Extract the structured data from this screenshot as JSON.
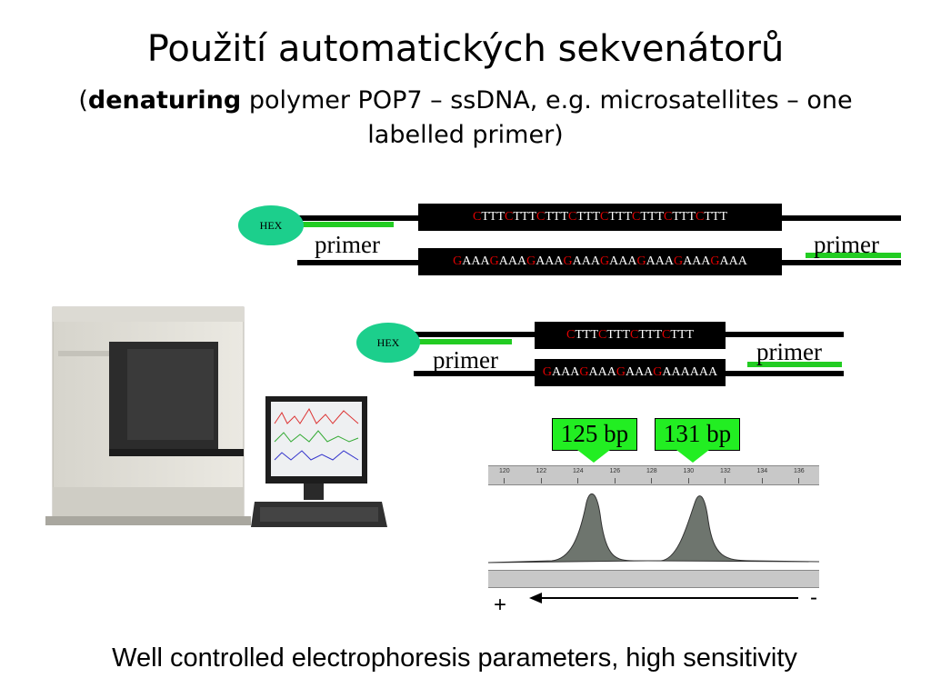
{
  "title": "Použití automatických sekvenátorů",
  "subtitle": {
    "open": "(",
    "bold": "denaturing",
    "rest": " polymer POP7 – ssDNA, e.g. microsatellites – one labelled primer)"
  },
  "top_construct": {
    "hex_label": "HEX",
    "upper_seq": [
      {
        "red": "C",
        "black": "TTT"
      },
      {
        "red": "C",
        "black": "TTT"
      },
      {
        "red": "C",
        "black": "TTT"
      },
      {
        "red": "C",
        "black": "TTT"
      },
      {
        "red": "C",
        "black": "TTT"
      },
      {
        "red": "C",
        "black": "TTT"
      },
      {
        "red": "C",
        "black": "TTT"
      },
      {
        "red": "C",
        "black": "TTT"
      }
    ],
    "lower_seq": [
      {
        "red": "G",
        "black": "AAA"
      },
      {
        "red": "G",
        "black": "AAA"
      },
      {
        "red": "G",
        "black": "AAA"
      },
      {
        "red": "G",
        "black": "AAA"
      },
      {
        "red": "G",
        "black": "AAA"
      },
      {
        "red": "G",
        "black": "AAA"
      },
      {
        "red": "G",
        "black": "AAA"
      },
      {
        "red": "G",
        "black": "AAA"
      }
    ],
    "primer_left": "primer",
    "primer_right": "primer"
  },
  "bottom_construct": {
    "hex_label": "HEX",
    "upper_seq": [
      {
        "red": "C",
        "black": "TTT"
      },
      {
        "red": "C",
        "black": "TTT"
      },
      {
        "red": "C",
        "black": "TTT"
      },
      {
        "red": "C",
        "black": "TTT"
      }
    ],
    "lower_seq": [
      {
        "red": "G",
        "black": "AAA"
      },
      {
        "red": "G",
        "black": "AAA"
      },
      {
        "red": "G",
        "black": "AAA"
      },
      {
        "red": "G",
        "black": "AAA"
      },
      {
        "red": "",
        "black": "AAA"
      }
    ],
    "primer_left": "primer",
    "primer_right": "primer"
  },
  "electropherogram": {
    "peak_labels": [
      "125 bp",
      "131 bp"
    ],
    "ruler_ticks": [
      "120",
      "122",
      "124",
      "126",
      "128",
      "130",
      "132",
      "134",
      "136"
    ],
    "peaks_bp": [
      125,
      131
    ],
    "plus": "+",
    "minus": "-"
  },
  "caption": "Well controlled electrophoresis parameters, high sensitivity",
  "colors": {
    "hex_tag": "#1ccf8c",
    "primer": "#22cc22",
    "label_box": "#22ee22",
    "repeat_highlight": "#e00000",
    "peak_fill": "#6e756e"
  }
}
